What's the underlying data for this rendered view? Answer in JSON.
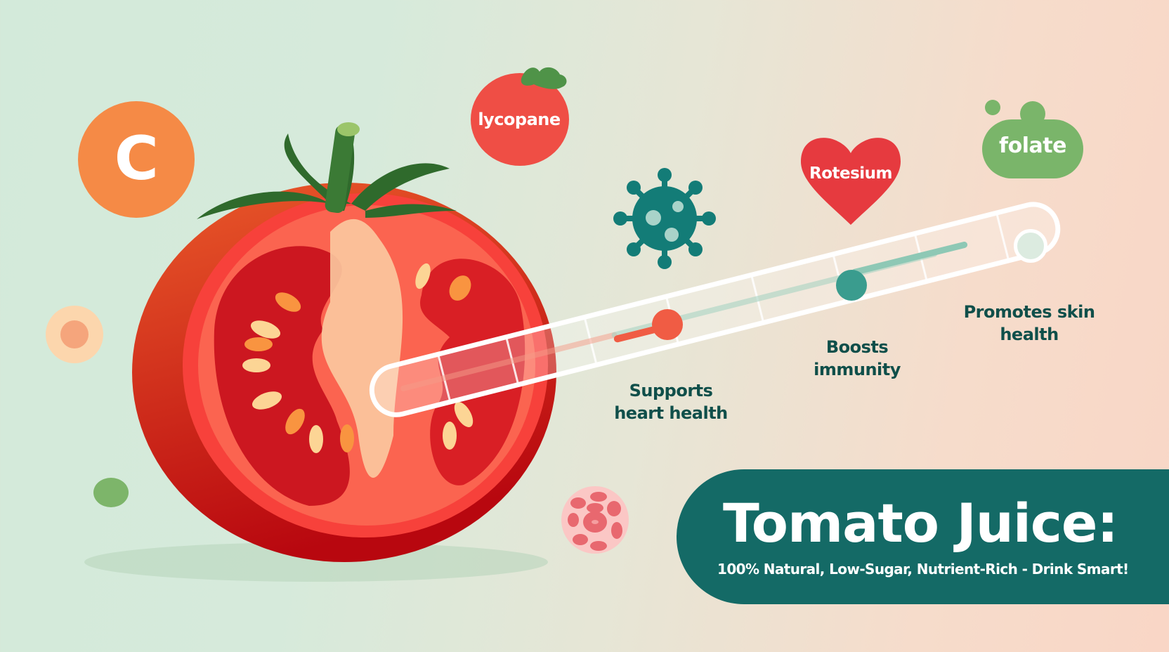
{
  "nutrients": {
    "vitamin_c": {
      "label": "C",
      "color": "#f58a46"
    },
    "lycopene": {
      "label": "lycopane",
      "color": "#ef4e45"
    },
    "potassium": {
      "label": "Rotesium",
      "color": "#e63a3f"
    },
    "folate": {
      "label": "folate",
      "color": "#7ab56a"
    }
  },
  "benefits": [
    {
      "label_line1": "Supports",
      "label_line2": "heart health",
      "marker_color": "#f05c44"
    },
    {
      "label_line1": "Boosts",
      "label_line2": "immunity",
      "marker_color": "#3a9c8e"
    },
    {
      "label_line1": "Promotes skin",
      "label_line2": "health",
      "marker_color": "#dcebe0"
    }
  ],
  "banner": {
    "title": "Tomato Juice:",
    "subtitle": "100% Natural, Low-Sugar, Nutrient-Rich - Drink Smart!",
    "color": "#146a66"
  },
  "icons": [
    "vitamin-c-icon",
    "lycopene-tomato-icon",
    "virus-icon",
    "heart-icon",
    "folate-blob-icon",
    "tomato-half-illustration",
    "blood-cell-icon",
    "thermometer-tube"
  ]
}
